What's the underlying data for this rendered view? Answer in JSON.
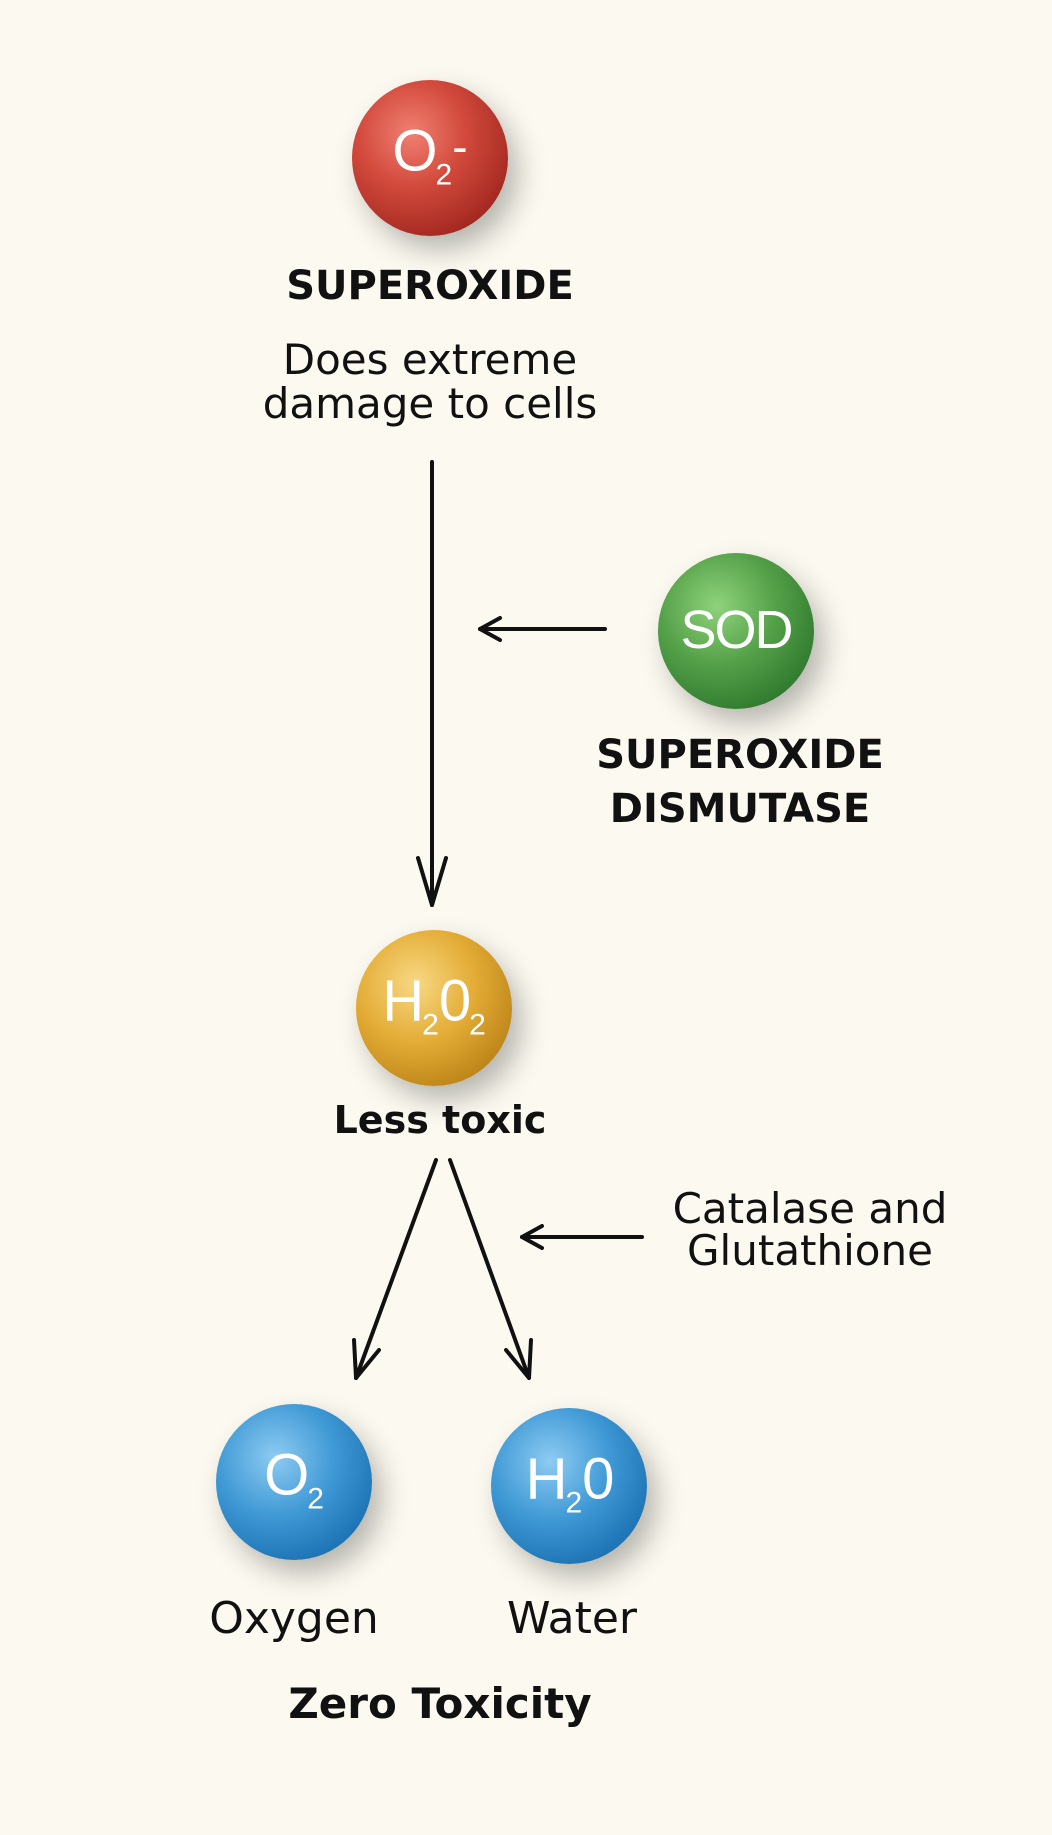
{
  "superoxide": {
    "symbol": "O",
    "subscript": "2",
    "charge": "-",
    "name": "SUPEROXIDE",
    "description_line1": "Does extreme",
    "description_line2": "damage to cells",
    "color": "#c53a2c"
  },
  "sod": {
    "symbol": "SOD",
    "name_line1": "SUPEROXIDE",
    "name_line2": "DISMUTASE",
    "color": "#3e8a38"
  },
  "hydrogen_peroxide": {
    "symbol_h": "H",
    "subscript_1": "2",
    "symbol_o": "0",
    "subscript_2": "2",
    "description": "Less toxic",
    "color": "#d49a24"
  },
  "enzymes": {
    "line1": "Catalase and",
    "line2": "Glutathione"
  },
  "oxygen": {
    "symbol": "O",
    "subscript": "2",
    "label": "Oxygen",
    "color": "#2a86c8"
  },
  "water": {
    "symbol_h": "H",
    "subscript": "2",
    "symbol_o": "0",
    "label": "Water",
    "color": "#2a86c8"
  },
  "result": "Zero Toxicity"
}
